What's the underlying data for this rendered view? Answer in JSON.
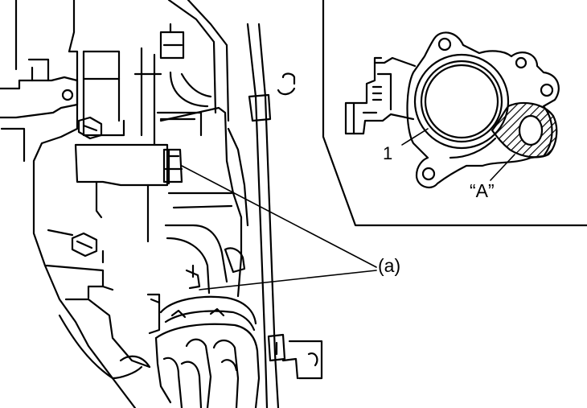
{
  "labels": {
    "part_1": "1",
    "area_A": "“A”",
    "bolts_a": "(a)"
  },
  "colors": {
    "ink": "#000000",
    "paper": "#ffffff"
  }
}
